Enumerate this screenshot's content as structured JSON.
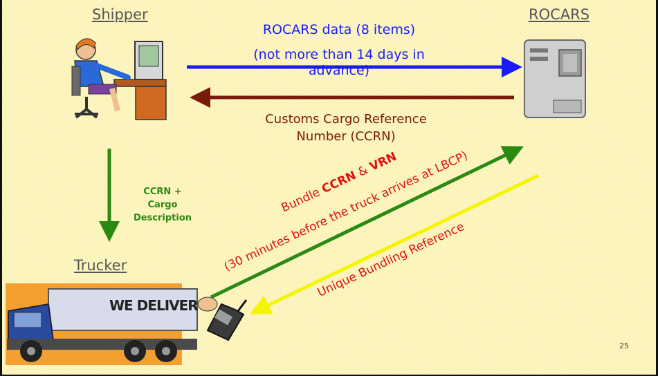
{
  "actors": {
    "shipper": "Shipper",
    "rocars": "ROCARS",
    "trucker": "Trucker"
  },
  "messages": {
    "rocars_data_line1": "ROCARS data (8 items)",
    "rocars_data_line2": "(not more than 14 days in",
    "rocars_data_line3": "advance)",
    "ccrn_line1": "Customs Cargo Reference",
    "ccrn_line2": "Number (CCRN)",
    "cargo_line1": "CCRN +",
    "cargo_line2": "Cargo",
    "cargo_line3": "Description",
    "bundle_prefix": "Bundle ",
    "bundle_ccrn": "CCRN",
    "bundle_amp": " & ",
    "bundle_vrn": "VRN",
    "bundle_timing": "(30 minutes before the truck arrives at LBCP)",
    "unique_ref": "Unique Bundling Reference"
  },
  "truck_sign": "WE DELIVER",
  "page_number": "25",
  "colors": {
    "blue_arrow": "#1a1aff",
    "brown_arrow": "#7a1a0a",
    "green_arrow": "#2a8a12",
    "yellow_arrow": "#f5f500",
    "red_text": "#e01010"
  }
}
